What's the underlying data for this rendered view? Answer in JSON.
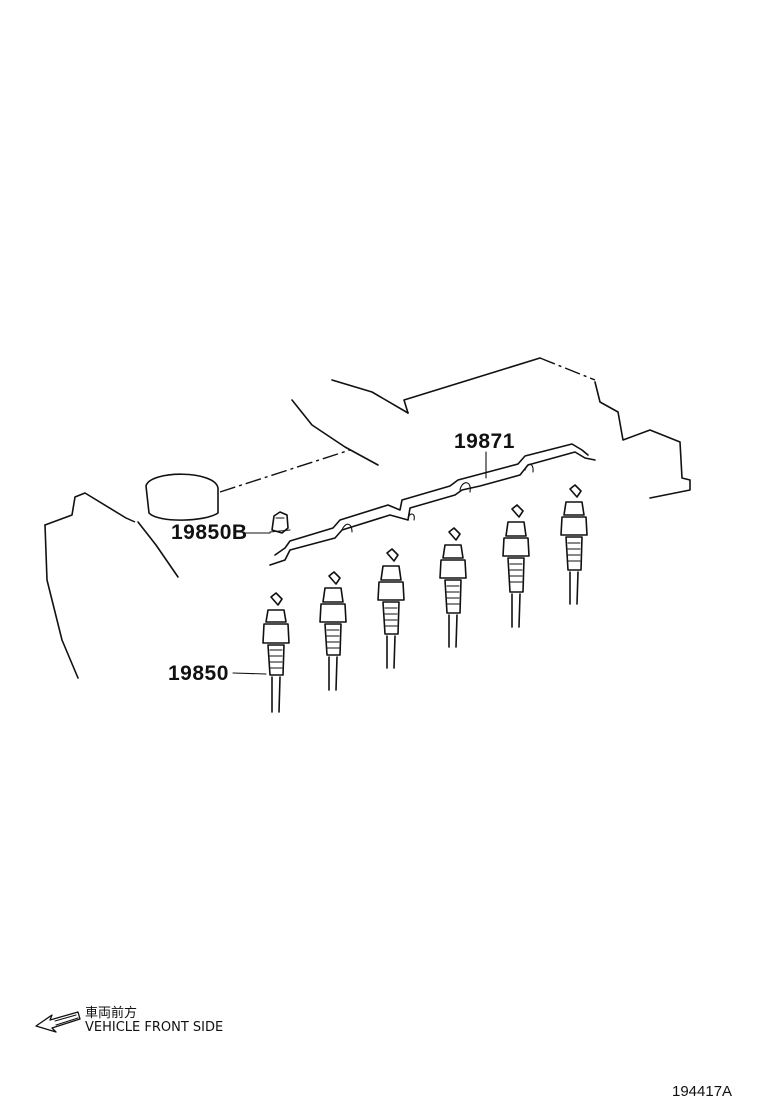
{
  "parts": {
    "glow_plug": "19850",
    "glow_plug_connector": "19850B",
    "connector_bus": "19871"
  },
  "front_note": {
    "japanese": "車両前方",
    "english": "VEHICLE FRONT SIDE"
  },
  "figure_id": "194417A",
  "icons": {
    "direction": "front-direction-arrow-icon"
  }
}
